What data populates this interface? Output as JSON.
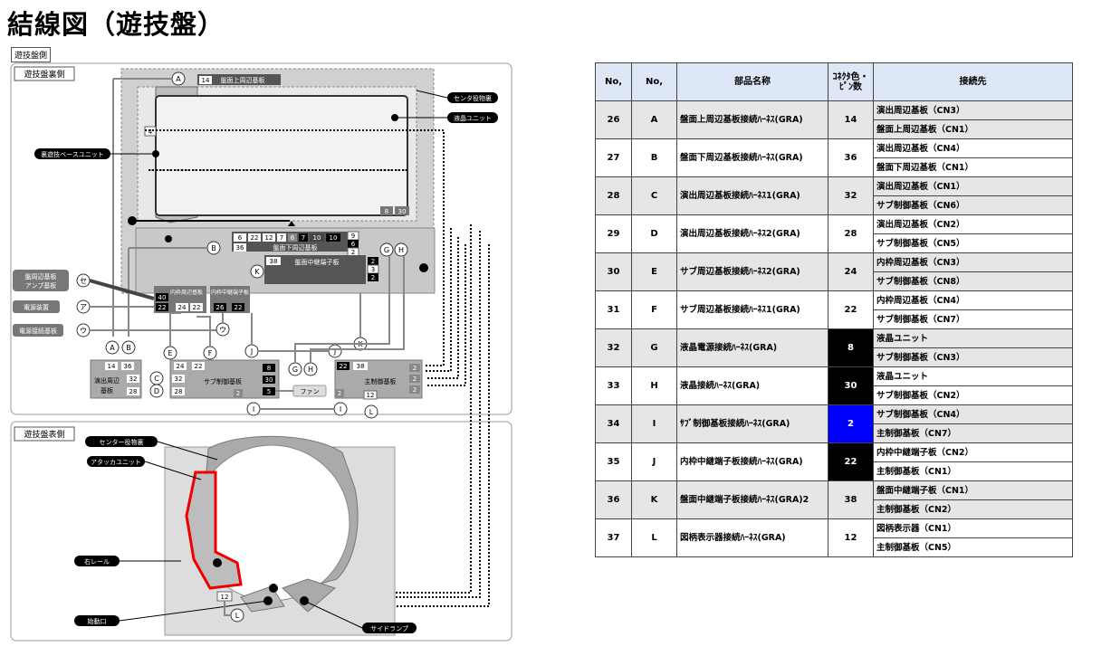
{
  "title": "結線図（遊技盤）",
  "section_tag": "遊技盤側",
  "diagram": {
    "back_panel_title": "遊技盤裏側",
    "front_panel_title": "遊技盤表側",
    "callouts": {
      "center_decor": "センタ役物裏",
      "lcd_unit": "液晶ユニット",
      "back_base_unit": "裏遊技ベースユニット",
      "board_edge_amp": "盤周辺基板",
      "amp_board": "アンプ基板",
      "power_device": "電源装置",
      "power_relay": "電源接続基板",
      "center_decor_front": "センター役物裏",
      "attacker_unit": "アタッカユニット",
      "right_rail": "右レール",
      "start_port": "始動口",
      "side_lamp": "サイドランプ"
    },
    "boards": {
      "upper_board": "盤面上周辺基板",
      "lower_board": "盤面下周辺基板",
      "relay_board": "盤面中継端子板",
      "inner_relay": "内枠周辺基板",
      "inner_relay2": "内枠中継端子板",
      "effect_board_a": "演出周辺",
      "effect_board_b": "基板",
      "sub_board": "サブ制御基板",
      "main_board": "主制御基板",
      "fan": "ファン"
    },
    "letters": [
      "A",
      "B",
      "C",
      "D",
      "E",
      "F",
      "G",
      "H",
      "I",
      "J",
      "K",
      "L",
      "セ",
      "ア",
      "ウ"
    ],
    "pins": {
      "a_top": "14",
      "lcd_4": "4",
      "lcd_8": "8",
      "lcd_30": "30",
      "lower_6": "6",
      "lower_22": "22",
      "lower_12": "12",
      "lower_7": "7",
      "lower_6b": "6",
      "lower_7b": "7",
      "lower_10": "10",
      "lower_10b": "10",
      "lower_36": "36",
      "r_9": "9",
      "r_6": "6",
      "r_2": "2",
      "relay_38": "38",
      "rel_2": "2",
      "rel_3": "3",
      "rel_2b": "2",
      "inner_40": "40",
      "inner_22": "22",
      "inner_24": "24",
      "inner_22b": "22",
      "inner2_26": "26",
      "inner2_22": "22",
      "eff_14": "14",
      "eff_36": "36",
      "eff_32": "32",
      "eff_28": "28",
      "sub_24": "24",
      "sub_22": "22",
      "sub_32": "32",
      "sub_28": "28",
      "sub_8": "8",
      "sub_30": "30",
      "sub_5": "5",
      "sub_2": "2",
      "main_22": "22",
      "main_38": "38",
      "main_2a": "2",
      "main_2b": "2",
      "main_2c": "2",
      "main_2d": "2",
      "main_12": "12",
      "front_12": "12"
    }
  },
  "table": {
    "headers": [
      "No,",
      "No,",
      "部品名称",
      "ｺﾈｸﾀ色・ﾋﾟﾝ数",
      "接続先"
    ],
    "rows": [
      {
        "no": "26",
        "code": "A",
        "part": "盤面上周辺基板接続ﾊｰﾈｽ(GRA)",
        "pins": "14",
        "style": "",
        "dest": [
          "演出周辺基板（CN3）",
          "盤面上周辺基板（CN1）"
        ]
      },
      {
        "no": "27",
        "code": "B",
        "part": "盤面下周辺基板接続ﾊｰﾈｽ(GRA)",
        "pins": "36",
        "style": "",
        "dest": [
          "演出周辺基板（CN4）",
          "盤面下周辺基板（CN1）"
        ]
      },
      {
        "no": "28",
        "code": "C",
        "part": "演出周辺基板接続ﾊｰﾈｽ1(GRA)",
        "pins": "32",
        "style": "",
        "dest": [
          "演出周辺基板（CN1）",
          "サブ制御基板（CN6）"
        ]
      },
      {
        "no": "29",
        "code": "D",
        "part": "演出周辺基板接続ﾊｰﾈｽ2(GRA)",
        "pins": "28",
        "style": "",
        "dest": [
          "演出周辺基板（CN2）",
          "サブ制御基板（CN5）"
        ]
      },
      {
        "no": "30",
        "code": "E",
        "part": "サブ周辺基板接続ﾊｰﾈｽ2(GRA)",
        "pins": "24",
        "style": "",
        "dest": [
          "内枠周辺基板（CN3）",
          "サブ制御基板（CN8）"
        ]
      },
      {
        "no": "31",
        "code": "F",
        "part": "サブ周辺基板接続ﾊｰﾈｽ1(GRA)",
        "pins": "22",
        "style": "",
        "dest": [
          "内枠周辺基板（CN4）",
          "サブ制御基板（CN7）"
        ]
      },
      {
        "no": "32",
        "code": "G",
        "part": "液晶電源接続ﾊｰﾈｽ(GRA)",
        "pins": "8",
        "style": "dark",
        "dest": [
          "液晶ユニット",
          "サブ制御基板（CN3）"
        ]
      },
      {
        "no": "33",
        "code": "H",
        "part": "液晶接続ﾊｰﾈｽ(GRA)",
        "pins": "30",
        "style": "dark",
        "dest": [
          "液晶ユニット",
          "サブ制御基板（CN2）"
        ]
      },
      {
        "no": "34",
        "code": "I",
        "part": "ｻﾌﾞ制御基板接続ﾊｰﾈｽ(GRA)",
        "pins": "2",
        "style": "blue",
        "dest": [
          "サブ制御基板（CN4）",
          "主制御基板（CN7）"
        ]
      },
      {
        "no": "35",
        "code": "J",
        "part": "内枠中継端子板接続ﾊｰﾈｽ(GRA)",
        "pins": "22",
        "style": "dark",
        "dest": [
          "内枠中継端子板（CN2）",
          "主制御基板（CN1）"
        ]
      },
      {
        "no": "36",
        "code": "K",
        "part": "盤面中継端子板接続ﾊｰﾈｽ(GRA)2",
        "pins": "38",
        "style": "",
        "dest": [
          "盤面中継端子板（CN1）",
          "主制御基板（CN2）"
        ]
      },
      {
        "no": "37",
        "code": "L",
        "part": "図柄表示器接続ﾊｰﾈｽ(GRA)",
        "pins": "12",
        "style": "",
        "dest": [
          "図柄表示器（CN1）",
          "主制御基板（CN5）"
        ]
      }
    ]
  }
}
